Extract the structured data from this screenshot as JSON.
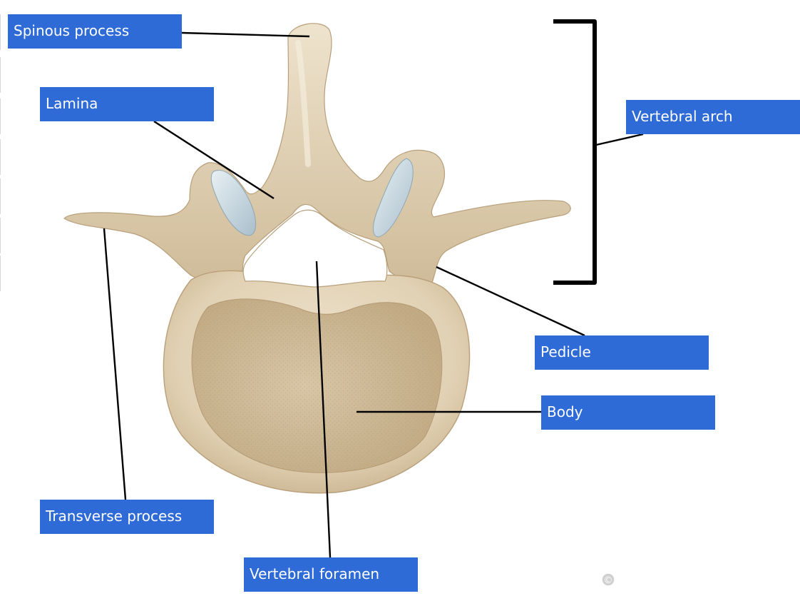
{
  "labels": {
    "spinous_process": "Spinous process",
    "lamina": "Lamina",
    "vertebral_arch": "Vertebral arch",
    "pedicle": "Pedicle",
    "body": "Body",
    "transverse_process": "Transverse process",
    "vertebral_foramen": "Vertebral foramen"
  },
  "copyright_mark": "©",
  "colors": {
    "label_background": "#2f6bd6",
    "label_text": "#ffffff",
    "bone": "#e3d4b8",
    "bone_shadow": "#c2ab86",
    "cancellous_bone": "#cdb995",
    "cartilage": "#c6d6df",
    "leader_line": "#000000"
  }
}
